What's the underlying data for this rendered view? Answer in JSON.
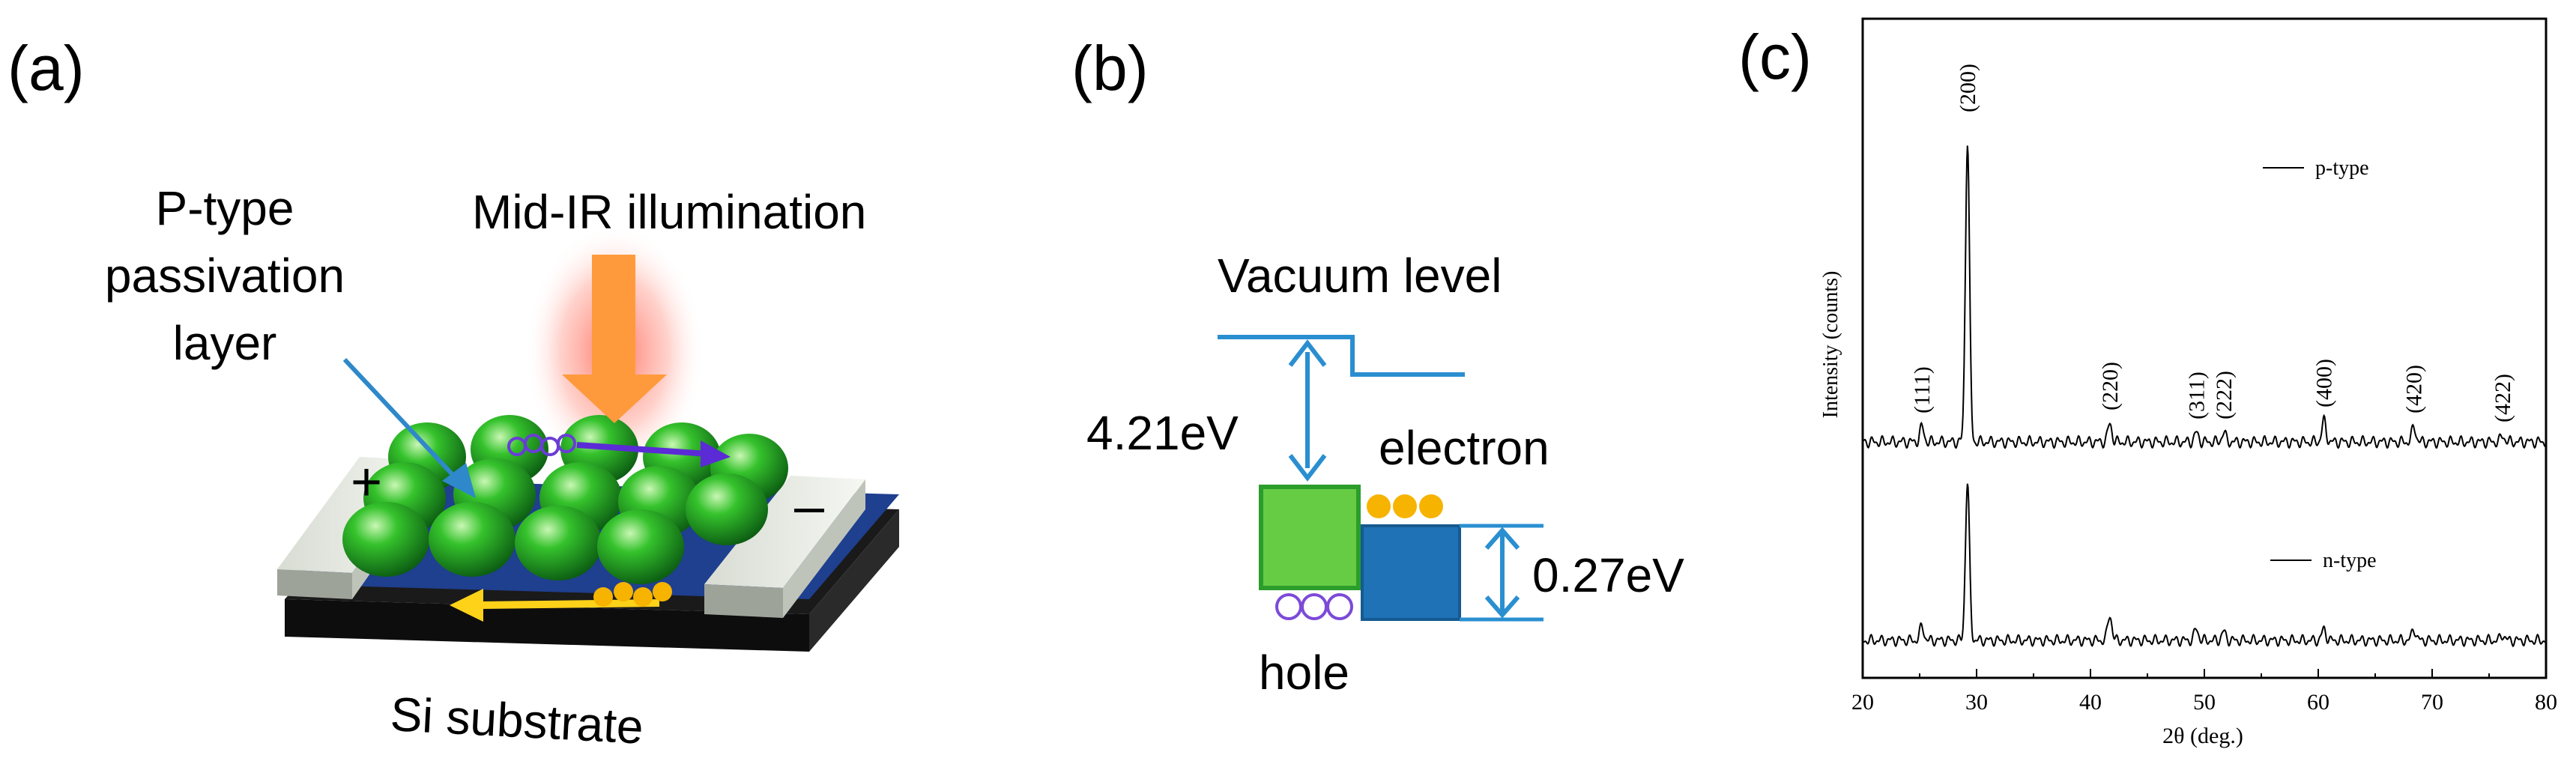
{
  "panel_a": {
    "label": "(a)",
    "illumination": "Mid-IR illumination",
    "passivation_line1": "P-type",
    "passivation_line2": "passivation",
    "passivation_line3": "layer",
    "plus": "+",
    "minus": "–",
    "substrate": "Si substrate"
  },
  "panel_b": {
    "label": "(b)",
    "vacuum": "Vacuum level",
    "energy1": "4.21eV",
    "electron": "electron",
    "energy2": "0.27eV",
    "hole": "hole"
  },
  "panel_c": {
    "label": "(c)",
    "ylabel": "Intensity (counts)",
    "xlabel": "2θ  (deg.)",
    "legend_top": "p-type",
    "legend_bottom": "n-type",
    "xticks": [
      "20",
      "30",
      "40",
      "50",
      "60",
      "70",
      "80"
    ],
    "peak_labels": [
      "(111)",
      "(200)",
      "(220)",
      "(311)",
      "(222)",
      "(400)",
      "(420)",
      "(422)"
    ]
  },
  "chart_data": {
    "type": "line",
    "xlabel": "2θ  (deg.)",
    "ylabel": "Intensity (counts)",
    "xlim": [
      20,
      80
    ],
    "grid": false,
    "legend": [
      "p-type",
      "n-type"
    ],
    "series": [
      {
        "name": "p-type",
        "peaks": [
          {
            "x": 25.2,
            "height": 0.05,
            "label": "(111)"
          },
          {
            "x": 29.2,
            "height": 1.0,
            "label": "(200)"
          },
          {
            "x": 41.7,
            "height": 0.06,
            "label": "(220)"
          },
          {
            "x": 49.3,
            "height": 0.03,
            "label": "(311)"
          },
          {
            "x": 51.7,
            "height": 0.03,
            "label": "(222)"
          },
          {
            "x": 60.5,
            "height": 0.07,
            "label": "(400)"
          },
          {
            "x": 68.4,
            "height": 0.05,
            "label": "(420)"
          },
          {
            "x": 76.2,
            "height": 0.02,
            "label": "(422)"
          }
        ]
      },
      {
        "name": "n-type",
        "peaks": [
          {
            "x": 25.2,
            "height": 0.05
          },
          {
            "x": 29.2,
            "height": 0.55
          },
          {
            "x": 41.7,
            "height": 0.09
          },
          {
            "x": 49.3,
            "height": 0.04
          },
          {
            "x": 51.7,
            "height": 0.03
          },
          {
            "x": 60.5,
            "height": 0.04
          },
          {
            "x": 68.4,
            "height": 0.04
          },
          {
            "x": 76.2,
            "height": 0.02
          }
        ]
      }
    ]
  }
}
